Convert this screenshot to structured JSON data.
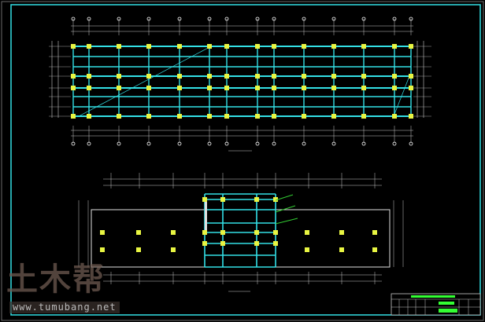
{
  "drawing": {
    "colors": {
      "beam": "#33e0e6",
      "column": "#e8f542",
      "dim": "#c8c8c8",
      "frame": "#33e0e6",
      "title_text": "#33ff33",
      "wall": "#e0e0e0"
    },
    "top_plan": {
      "view": "floor-framing-plan-1"
    },
    "bottom_plan": {
      "view": "floor-framing-plan-2"
    }
  },
  "watermark": {
    "logo": "土木帮",
    "url": "www.tumubang.net"
  }
}
